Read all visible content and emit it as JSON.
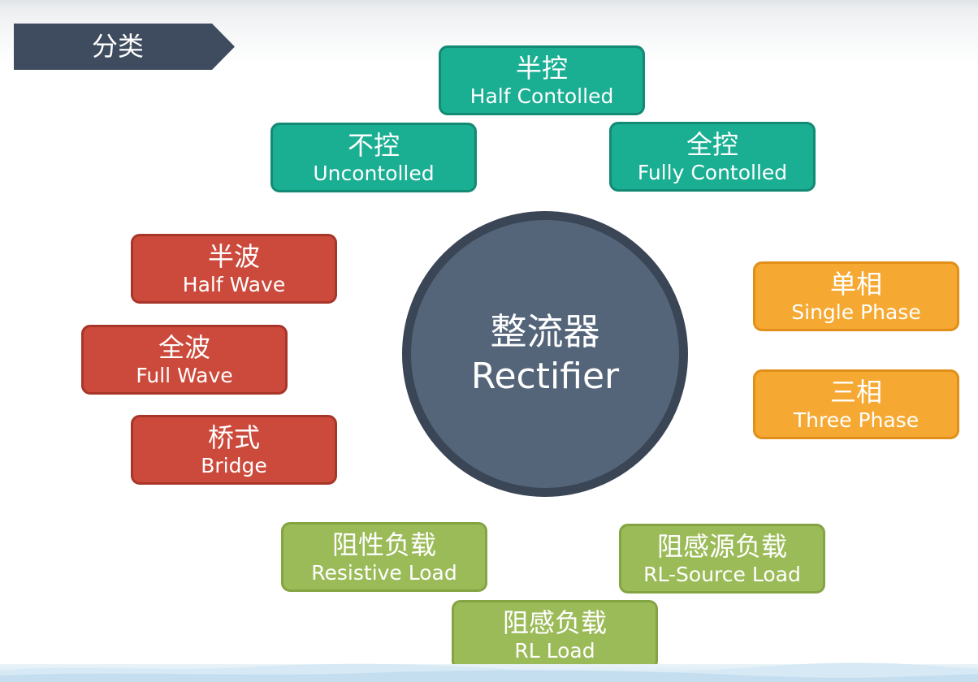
{
  "header": {
    "title": "分类"
  },
  "center": {
    "title_cn": "整流器",
    "title_en": "Rectifier"
  },
  "control_types": [
    {
      "cn": "半控",
      "en": "Half Contolled"
    },
    {
      "cn": "不控",
      "en": "Uncontolled"
    },
    {
      "cn": "全控",
      "en": "Fully Contolled"
    }
  ],
  "wave_types": [
    {
      "cn": "半波",
      "en": "Half Wave"
    },
    {
      "cn": "全波",
      "en": "Full Wave"
    },
    {
      "cn": "桥式",
      "en": "Bridge"
    }
  ],
  "phase_types": [
    {
      "cn": "单相",
      "en": "Single Phase"
    },
    {
      "cn": "三相",
      "en": "Three Phase"
    }
  ],
  "load_types": [
    {
      "cn": "阻性负载",
      "en": "Resistive Load"
    },
    {
      "cn": "阻感源负载",
      "en": "RL-Source Load"
    },
    {
      "cn": "阻感负载",
      "en": "RL Load"
    }
  ],
  "colors": {
    "control": "#1aae92",
    "wave": "#cc4a3c",
    "phase": "#f5a932",
    "load": "#9bbb59",
    "center": "#54657a",
    "title_tab": "#3f4b5e"
  }
}
